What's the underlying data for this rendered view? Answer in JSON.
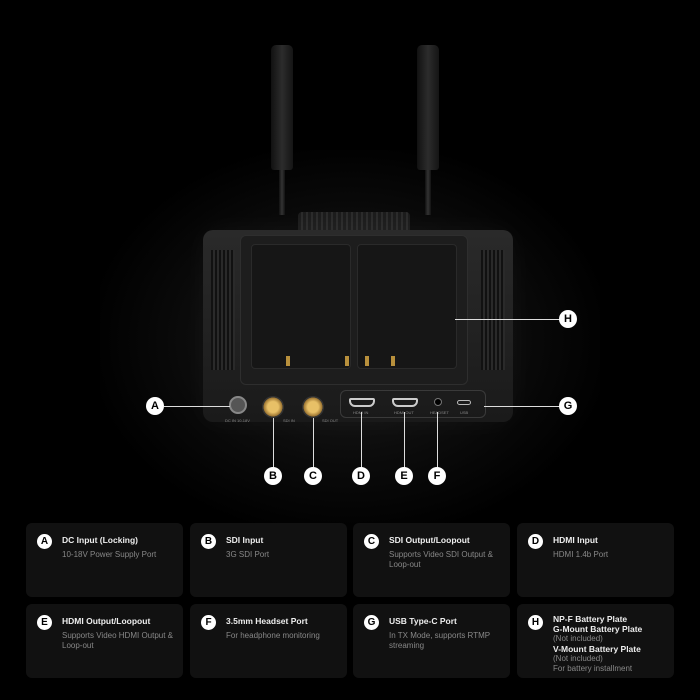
{
  "device": {
    "port_labels": [
      "DC IN 10-18V",
      "SDI IN",
      "SDI OUT",
      "HDMI IN",
      "HDMI OUT",
      "HEADSET",
      "USB"
    ],
    "callouts": [
      "A",
      "B",
      "C",
      "D",
      "E",
      "F",
      "G",
      "H"
    ]
  },
  "cards": [
    {
      "letter": "A",
      "title": "DC Input (Locking)",
      "desc": "10-18V Power Supply Port"
    },
    {
      "letter": "B",
      "title": "SDI Input",
      "desc": "3G SDI Port"
    },
    {
      "letter": "C",
      "title": "SDI Output/Loopout",
      "desc": "Supports Video SDI Output & Loop-out"
    },
    {
      "letter": "D",
      "title": "HDMI Input",
      "desc": "HDMI 1.4b Port"
    },
    {
      "letter": "E",
      "title": "HDMI Output/Loopout",
      "desc": "Supports Video HDMI Output & Loop-out"
    },
    {
      "letter": "F",
      "title": "3.5mm Headset Port",
      "desc": "For headphone monitoring"
    },
    {
      "letter": "G",
      "title": "USB Type-C Port",
      "desc": "In TX Mode, supports RTMP streaming"
    },
    {
      "letter": "H",
      "lines": [
        {
          "text": "NP-F Battery Plate",
          "bold": true
        },
        {
          "text": "G-Mount Battery Plate",
          "bold": true
        },
        {
          "text": "(Not included)",
          "bold": false
        },
        {
          "text": "V-Mount Battery Plate",
          "bold": true
        },
        {
          "text": "(Not included)",
          "bold": false
        },
        {
          "text": "For battery installment",
          "bold": false
        }
      ]
    }
  ]
}
